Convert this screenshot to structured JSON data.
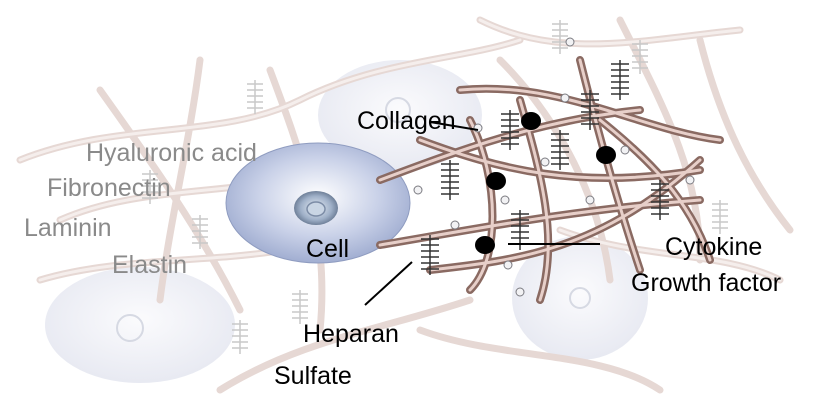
{
  "labels": {
    "collagen": "Collagen",
    "hyaluronic_acid": "Hyaluronic acid",
    "fibronectin": "Fibronectin",
    "laminin": "Laminin",
    "elastin": "Elastin",
    "cell": "Cell",
    "cytokine": "Cytokine",
    "growth_factor": "Growth factor",
    "heparan": "Heparan",
    "sulfate": "Sulfate"
  },
  "colors": {
    "fiber_light": "#e6d8d4",
    "fiber_dark": "#8a6a62",
    "cell_main": "#a9b5d6",
    "cell_faded": "#eceef5",
    "faded_text": "#8a8a8a",
    "dot": "#000000"
  }
}
